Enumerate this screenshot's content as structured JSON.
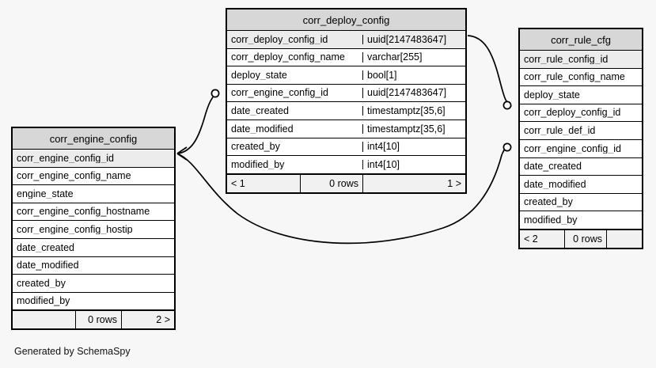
{
  "diagram": {
    "kind": "database-schema-er-diagram",
    "generator_credit": "Generated by SchemaSpy",
    "background_color": "#f7f7f7",
    "line_color": "#000000",
    "header_fill": "#d7d7d7",
    "primary_key_fill": "#ececec",
    "footer_fill": "#f1f1f1"
  },
  "tables": {
    "engine": {
      "title": "corr_engine_config",
      "columns": [
        {
          "name": "corr_engine_config_id",
          "type": "",
          "pk": true
        },
        {
          "name": "corr_engine_config_name",
          "type": "",
          "pk": false
        },
        {
          "name": "engine_state",
          "type": "",
          "pk": false
        },
        {
          "name": "corr_engine_config_hostname",
          "type": "",
          "pk": false
        },
        {
          "name": "corr_engine_config_hostip",
          "type": "",
          "pk": false
        },
        {
          "name": "date_created",
          "type": "",
          "pk": false
        },
        {
          "name": "date_modified",
          "type": "",
          "pk": false
        },
        {
          "name": "created_by",
          "type": "",
          "pk": false
        },
        {
          "name": "modified_by",
          "type": "",
          "pk": false
        }
      ],
      "footer": {
        "prev": "",
        "rows": "0 rows",
        "next": "2 >"
      }
    },
    "deploy": {
      "title": "corr_deploy_config",
      "columns": [
        {
          "name": "corr_deploy_config_id",
          "type": "uuid[2147483647]",
          "pk": true
        },
        {
          "name": "corr_deploy_config_name",
          "type": "varchar[255]",
          "pk": false
        },
        {
          "name": "deploy_state",
          "type": "bool[1]",
          "pk": false
        },
        {
          "name": "corr_engine_config_id",
          "type": "uuid[2147483647]",
          "pk": false
        },
        {
          "name": "date_created",
          "type": "timestamptz[35,6]",
          "pk": false
        },
        {
          "name": "date_modified",
          "type": "timestamptz[35,6]",
          "pk": false
        },
        {
          "name": "created_by",
          "type": "int4[10]",
          "pk": false
        },
        {
          "name": "modified_by",
          "type": "int4[10]",
          "pk": false
        }
      ],
      "footer": {
        "prev": "< 1",
        "rows": "0 rows",
        "next": "1 >"
      }
    },
    "rule": {
      "title": "corr_rule_cfg",
      "columns": [
        {
          "name": "corr_rule_config_id",
          "type": "",
          "pk": true
        },
        {
          "name": "corr_rule_config_name",
          "type": "",
          "pk": false
        },
        {
          "name": "deploy_state",
          "type": "",
          "pk": false
        },
        {
          "name": "corr_deploy_config_id",
          "type": "",
          "pk": false
        },
        {
          "name": "corr_rule_def_id",
          "type": "",
          "pk": false
        },
        {
          "name": "corr_engine_config_id",
          "type": "",
          "pk": false
        },
        {
          "name": "date_created",
          "type": "",
          "pk": false
        },
        {
          "name": "date_modified",
          "type": "",
          "pk": false
        },
        {
          "name": "created_by",
          "type": "",
          "pk": false
        },
        {
          "name": "modified_by",
          "type": "",
          "pk": false
        }
      ],
      "footer": {
        "prev": "< 2",
        "rows": "0 rows",
        "next": ""
      }
    }
  },
  "relationships": [
    {
      "id": "engine-to-deploy",
      "from_table": "corr_engine_config",
      "from_column": "corr_engine_config_id",
      "to_table": "corr_deploy_config",
      "to_column": "corr_engine_config_id",
      "cardinality": "zero-or-more-to-one"
    },
    {
      "id": "deploy-to-rule",
      "from_table": "corr_deploy_config",
      "from_column": "corr_deploy_config_id",
      "to_table": "corr_rule_cfg",
      "to_column": "corr_deploy_config_id",
      "cardinality": "zero-or-more-to-one"
    },
    {
      "id": "engine-to-rule",
      "from_table": "corr_engine_config",
      "from_column": "corr_engine_config_id",
      "to_table": "corr_rule_cfg",
      "to_column": "corr_engine_config_id",
      "cardinality": "zero-or-more-to-one"
    }
  ]
}
